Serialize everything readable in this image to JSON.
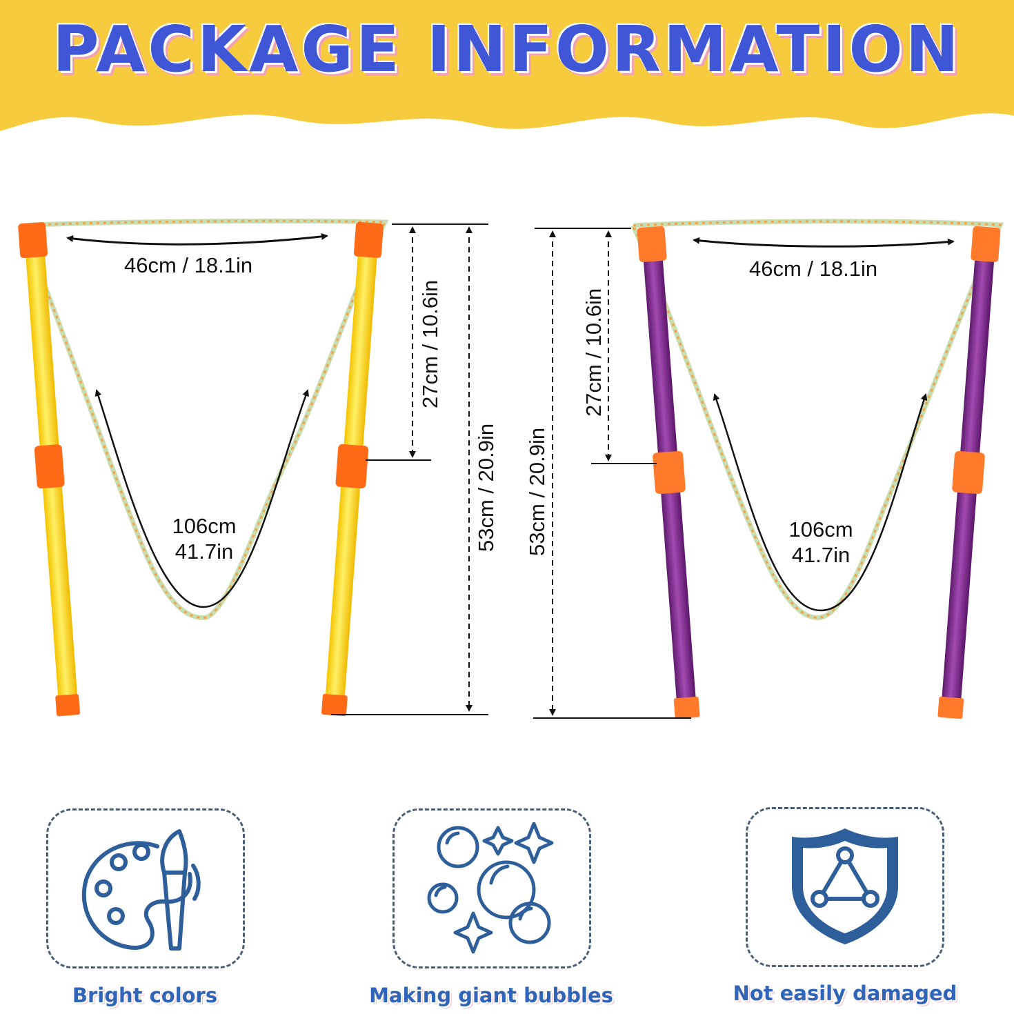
{
  "banner": {
    "title": "PACKAGE INFORMATION",
    "background": "#f6cc3e",
    "title_color": "#3f56d6"
  },
  "wands": [
    {
      "pole_color": "#f7d81e",
      "cap_color": "#ff6a17",
      "width_label": "46cm / 18.1in",
      "upper_label": "27cm / 10.6in",
      "total_label": "53cm / 20.9in",
      "rope_label_cm": "106cm",
      "rope_label_in": "41.7in"
    },
    {
      "pole_color": "#7e2b8c",
      "cap_color": "#ff7a2b",
      "width_label": "46cm / 18.1in",
      "upper_label": "27cm / 10.6in",
      "total_label": "53cm / 20.9in",
      "rope_label_cm": "106cm",
      "rope_label_in": "41.7in"
    }
  ],
  "features": [
    {
      "icon": "palette-brush-icon",
      "label": "Bright colors"
    },
    {
      "icon": "bubbles-sparkle-icon",
      "label": "Making giant bubbles"
    },
    {
      "icon": "shield-triangle-icon",
      "label": "Not easily damaged"
    }
  ],
  "icon_color": "#2f5f9a"
}
